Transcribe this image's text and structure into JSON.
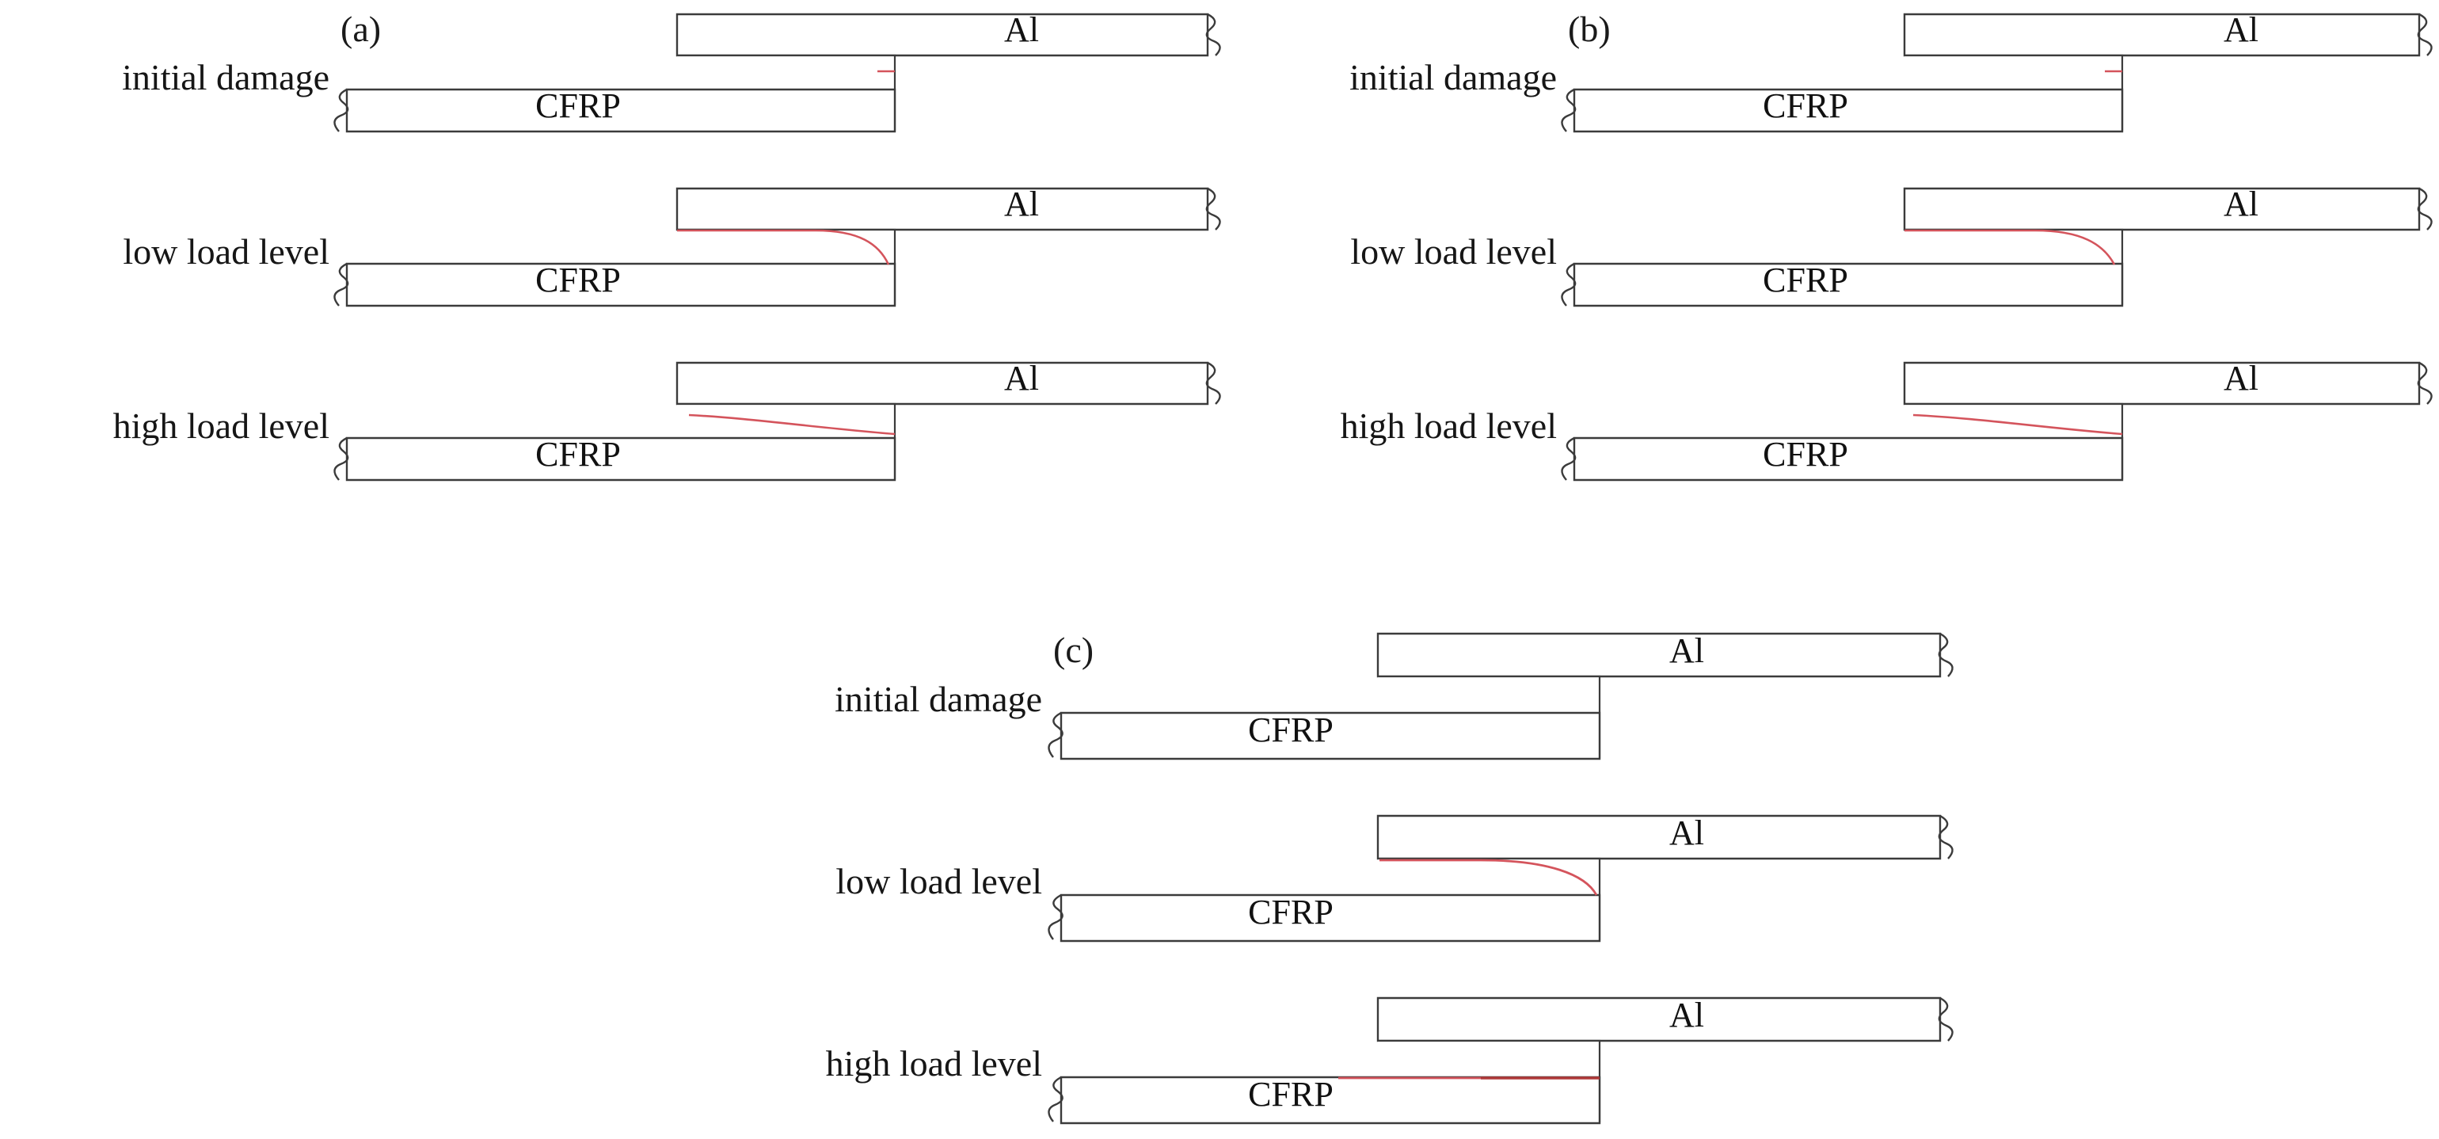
{
  "figure": {
    "description": "Schematic of crack propagation in CFRP-Al single-lap bonded joints at three load levels for three joint configurations",
    "materials": {
      "upper_adherend_label": "Al",
      "lower_adherend_label": "CFRP"
    },
    "colors": {
      "outline": "#3b3b3b",
      "crack": "#d4545c",
      "text": "#111111",
      "background": "#ffffff"
    },
    "row_labels": [
      "initial damage",
      "low load level",
      "high load level"
    ]
  },
  "panels": [
    {
      "id": "a",
      "label": "(a)",
      "rows": [
        {
          "name": "initial damage",
          "label": "initial damage",
          "al_label": "Al",
          "cfrp_label": "CFRP",
          "crack_stage": "initial",
          "crack_extent_pct": 3
        },
        {
          "name": "low load level",
          "label": "low load level",
          "al_label": "Al",
          "cfrp_label": "CFRP",
          "crack_stage": "low",
          "crack_extent_pct": 62
        },
        {
          "name": "high load level",
          "label": "high load level",
          "al_label": "Al",
          "cfrp_label": "CFRP",
          "crack_stage": "high",
          "crack_extent_pct": 92
        }
      ]
    },
    {
      "id": "b",
      "label": "(b)",
      "rows": [
        {
          "name": "initial damage",
          "label": "initial damage",
          "al_label": "Al",
          "cfrp_label": "CFRP",
          "crack_stage": "initial",
          "crack_extent_pct": 3
        },
        {
          "name": "low load level",
          "label": "low load level",
          "al_label": "Al",
          "cfrp_label": "CFRP",
          "crack_stage": "low",
          "crack_extent_pct": 62
        },
        {
          "name": "high load level",
          "label": "high load level",
          "al_label": "Al",
          "cfrp_label": "CFRP",
          "crack_stage": "high",
          "crack_extent_pct": 92
        }
      ]
    },
    {
      "id": "c",
      "label": "(c)",
      "rows": [
        {
          "name": "initial damage",
          "label": "initial damage",
          "al_label": "Al",
          "cfrp_label": "CFRP",
          "crack_stage": "initial",
          "crack_extent_pct": 0
        },
        {
          "name": "low load level",
          "label": "low load level",
          "al_label": "Al",
          "cfrp_label": "CFRP",
          "crack_stage": "low",
          "crack_extent_pct": 70
        },
        {
          "name": "high load level",
          "label": "high load level",
          "al_label": "Al",
          "cfrp_label": "CFRP",
          "crack_stage": "high",
          "crack_extent_pct": 100
        }
      ]
    }
  ]
}
